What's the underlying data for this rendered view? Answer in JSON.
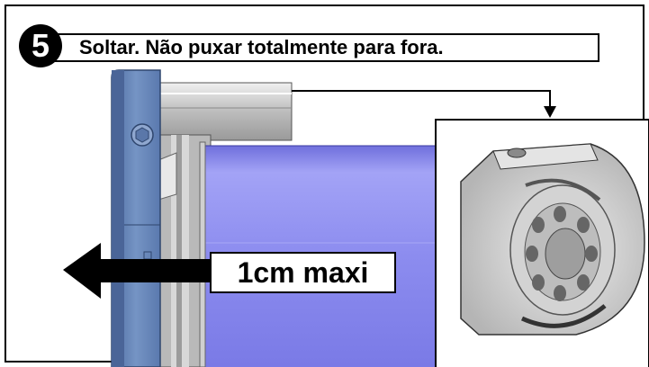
{
  "step": {
    "number": "5",
    "instruction": "Soltar. Não puxar totalmente para fora."
  },
  "callout": {
    "measure": "1cm maxi"
  },
  "colors": {
    "motor_tube": "#8585ee",
    "end_cap": "#5f7fb3",
    "metal": "#c4c4c4",
    "outline": "#000000"
  }
}
